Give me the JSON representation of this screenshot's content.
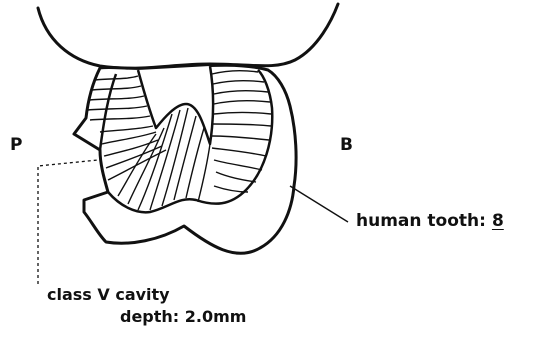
{
  "labels": {
    "palatal": "P",
    "buccal": "B",
    "tooth_text": "human tooth:",
    "tooth_number": "8",
    "cavity_class": "class V cavity",
    "cavity_depth": "depth: 2.0mm"
  },
  "colors": {
    "ink": "#111111",
    "background": "#ffffff"
  }
}
